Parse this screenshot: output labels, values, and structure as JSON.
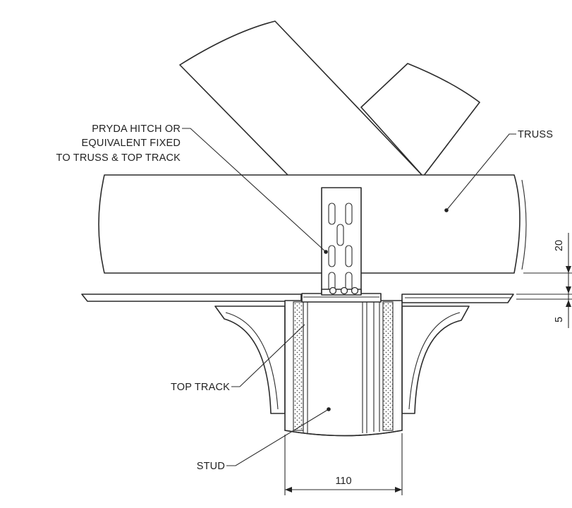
{
  "labels": {
    "hitch_line1": "PRYDA HITCH OR",
    "hitch_line2": "EQUIVALENT FIXED",
    "hitch_line3": "TO TRUSS & TOP TRACK",
    "truss": "TRUSS",
    "top_track": "TOP TRACK",
    "stud": "STUD"
  },
  "dimensions": {
    "gap_top": "20",
    "gap_bottom": "5",
    "stud_width": "110"
  }
}
